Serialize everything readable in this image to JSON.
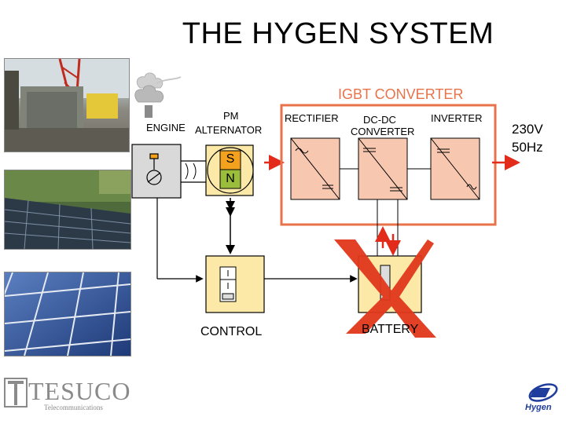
{
  "title": "THE HYGEN SYSTEM",
  "labels": {
    "igbt_converter": "IGBT CONVERTER",
    "pm": "PM",
    "alternator": "ALTERNATOR",
    "engine": "ENGINE",
    "rectifier": "RECTIFIER",
    "dcdc_line1": "DC-DC",
    "dcdc_line2": "CONVERTER",
    "inverter": "INVERTER",
    "voltage": "230V",
    "frequency": "50Hz",
    "control": "CONTROL",
    "battery": "BATTERY",
    "pole_s": "S",
    "pole_n": "N"
  },
  "logos": {
    "tesuco_name": "TESUCO",
    "tesuco_sub": "Telecommunications",
    "hygen": "Hygen"
  },
  "colors": {
    "igbt_border": "#e8734a",
    "converter_fill": "#f8c7b0",
    "module_fill": "#fde9a7",
    "pole_s": "#f4a21d",
    "pole_n": "#9bbd3c",
    "red_x": "#e0371a",
    "arrow_red": "#e22b1b",
    "hygen_blue": "#1f3d9c"
  }
}
